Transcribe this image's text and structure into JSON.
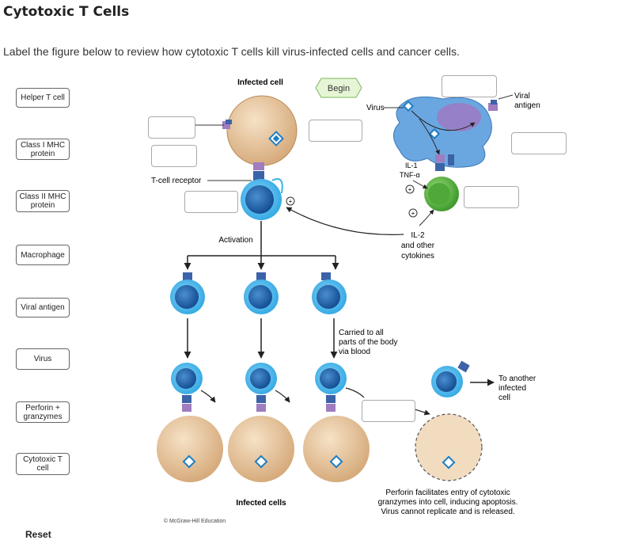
{
  "header": {
    "title": "Cytotoxic T Cells",
    "instructions": "Label the figure below to review how cytotoxic T cells kill virus-infected cells and cancer cells."
  },
  "label_bank": [
    "Helper T cell",
    "Class I MHC protein",
    "Class II MHC protein",
    "Macrophage",
    "Viral antigen",
    "Virus",
    "Perforin + granzymes",
    "Cytotoxic T cell"
  ],
  "controls": {
    "reset": "Reset",
    "begin": "Begin"
  },
  "figure": {
    "infected_cell": "Infected cell",
    "t_cell_receptor": "T-cell receptor",
    "activation": "Activation",
    "virus": "Virus",
    "viral_antigen": "Viral antigen",
    "il1": "IL-1",
    "tnf": "TNF-α",
    "il2": "IL-2",
    "il2_other": "and other",
    "il2_cytokines": "cytokines",
    "carried_1": "Carried to all",
    "carried_2": "parts of the body",
    "carried_3": "via blood",
    "to_another_1": "To another",
    "to_another_2": "infected",
    "to_another_3": "cell",
    "infected_cells": "Infected cells",
    "perforin_1": "Perforin facilitates entry of cytotoxic",
    "perforin_2": "granzymes into cell, inducing apoptosis.",
    "perforin_3": "Virus cannot replicate and is released.",
    "credit": "© McGraw-Hill Education",
    "plus": "+"
  },
  "colors": {
    "tcell_outer": "#3ab0e8",
    "tcell_inner": "#1a6fb5",
    "infected_cell": "#e2c098",
    "macrophage": "#7fb3e0",
    "macrophage_nucleus": "#9b7cc4",
    "helper_cell": "#5cb848",
    "receptor_blue": "#3c62a8",
    "mhc_purple": "#a07cc0"
  }
}
